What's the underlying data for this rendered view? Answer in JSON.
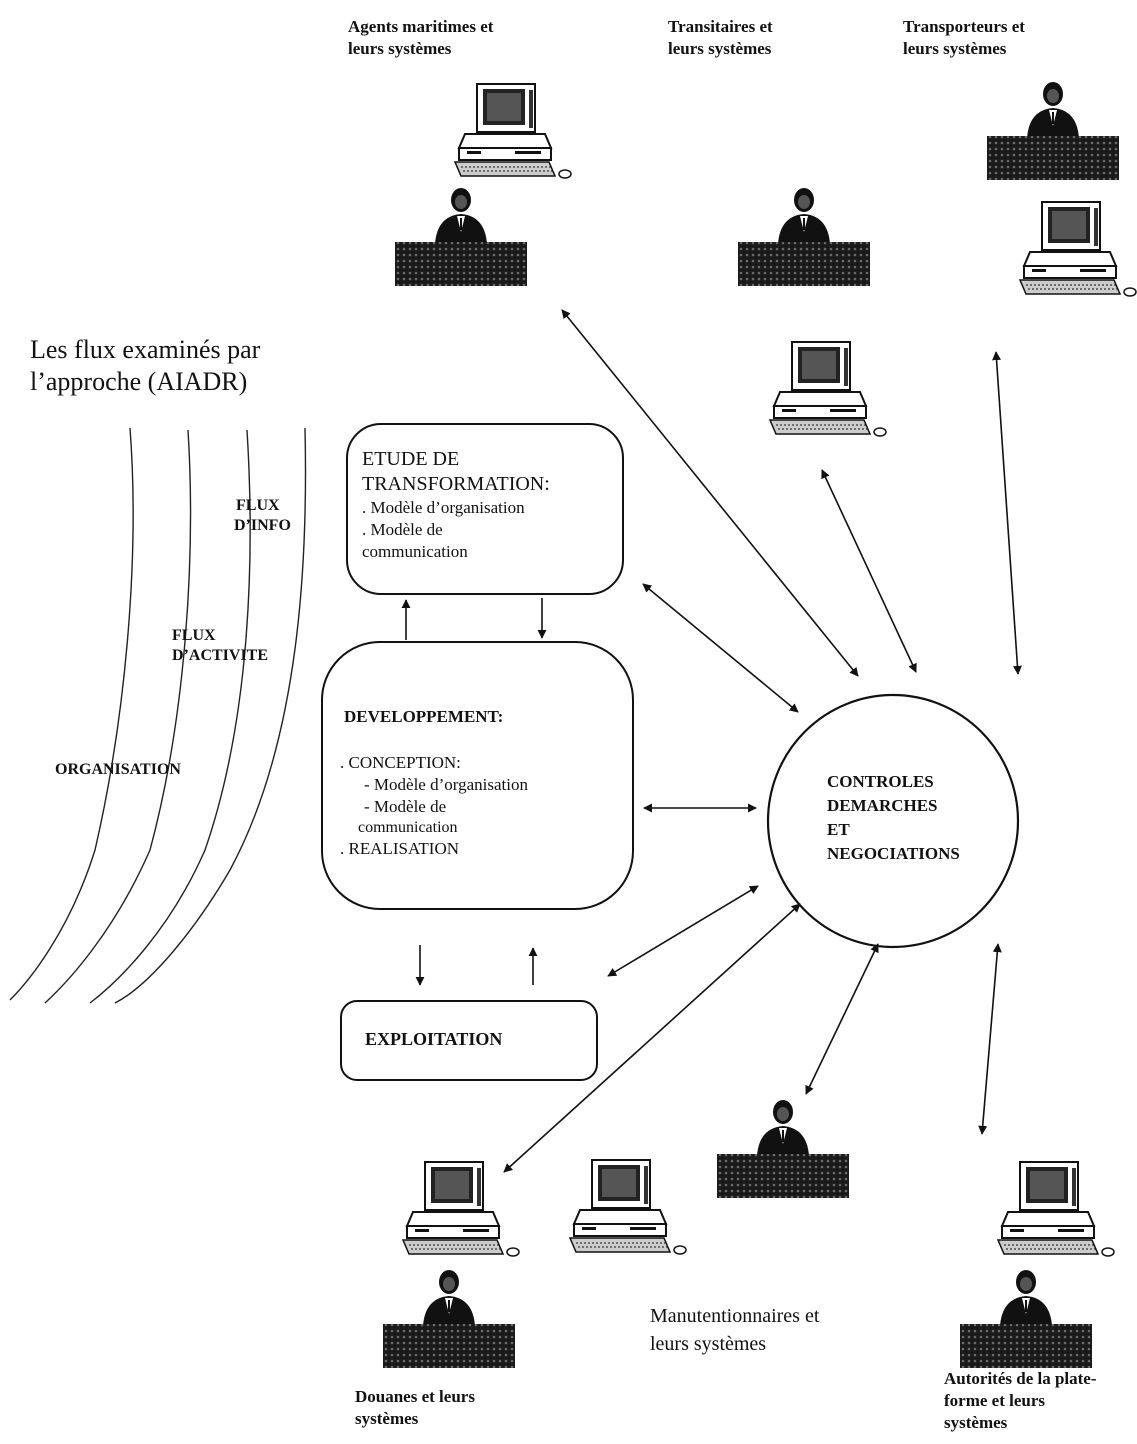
{
  "title_lines": [
    "Les flux examinés par",
    "l’approche (AIADR)"
  ],
  "flux_labels": {
    "info": [
      "FLUX",
      "D’INFO"
    ],
    "activite": [
      "FLUX",
      "D’ACTIVITE"
    ],
    "organisation": "ORGANISATION"
  },
  "boxes": {
    "etude": {
      "title_lines": [
        "ETUDE DE",
        "TRANSFORMATION:"
      ],
      "items": [
        ".  Modèle d’organisation",
        ". Modèle de",
        "communication"
      ]
    },
    "developpement": {
      "title": "DEVELOPPEMENT:",
      "lines": [
        ".   CONCEPTION:",
        "- Modèle d’organisation",
        "- Modèle de",
        "communication",
        ". REALISATION"
      ]
    },
    "exploitation": "EXPLOITATION"
  },
  "hub": {
    "lines": [
      "CONTROLES",
      "DEMARCHES",
      "ET",
      "NEGOCIATIONS"
    ]
  },
  "actors": {
    "agents": [
      "Agents maritimes et",
      "leurs systèmes"
    ],
    "transitaires": [
      "Transitaires et",
      "leurs systèmes"
    ],
    "transporteurs": [
      "Transporteurs et",
      "leurs systèmes"
    ],
    "manutentionnaires": [
      "Manutentionnaires et",
      "leurs systèmes"
    ],
    "douanes": [
      "Douanes et leurs",
      "systèmes"
    ],
    "autorites": [
      "Autorités de la plate-",
      "forme et leurs",
      "systèmes"
    ]
  },
  "icons": [
    "person-at-desk-icon",
    "computer-workstation-icon"
  ]
}
